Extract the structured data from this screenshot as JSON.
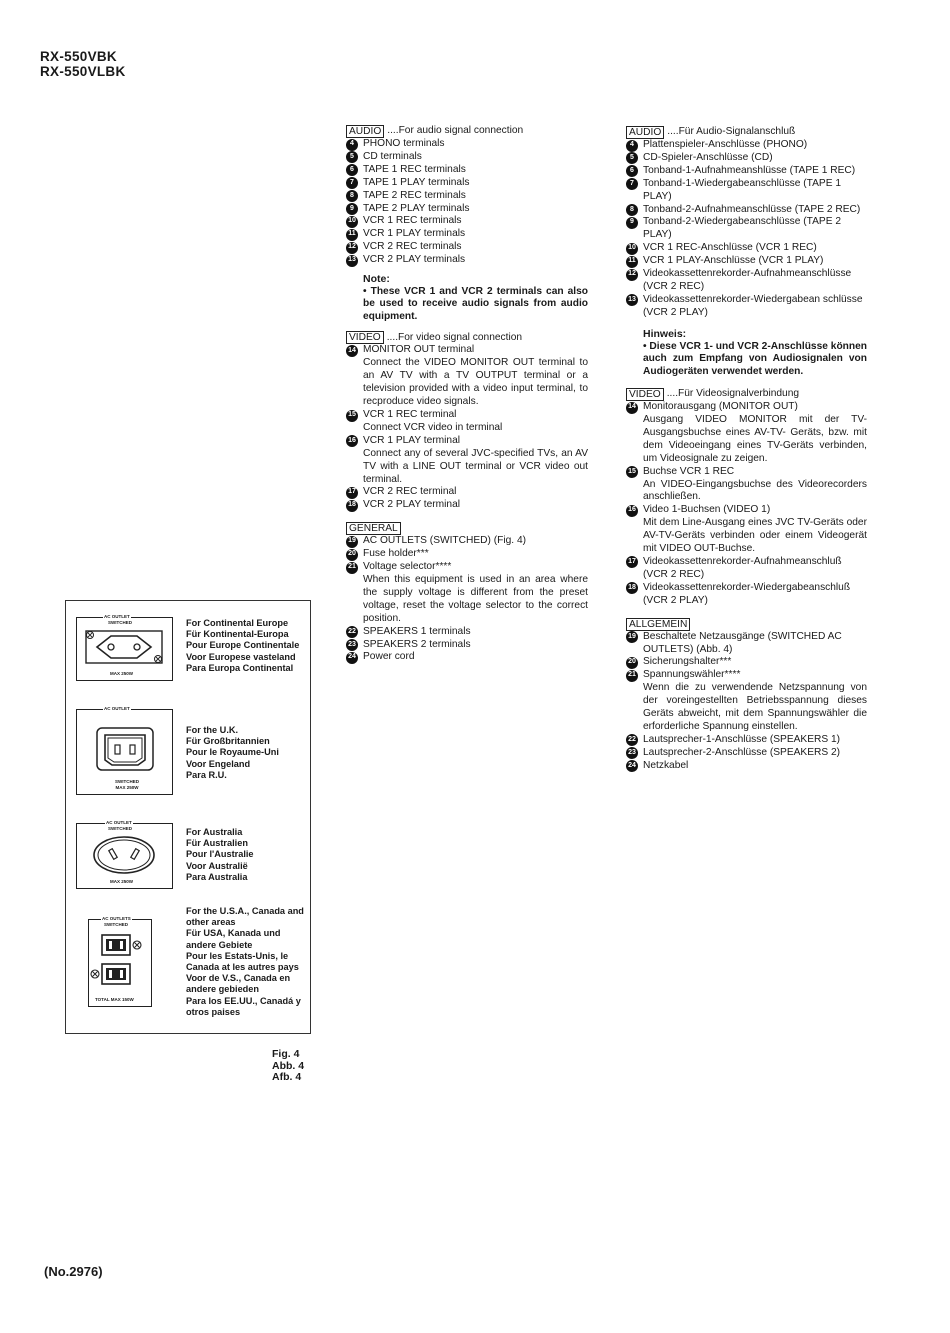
{
  "header": {
    "model_1": "RX-550VBK",
    "model_2": "RX-550VLBK"
  },
  "footer": {
    "doc_number": "(No.2976)"
  },
  "english": {
    "audio": {
      "label": "AUDIO",
      "desc": "....For audio signal connection",
      "items": [
        {
          "n": "4",
          "t": "PHONO terminals"
        },
        {
          "n": "5",
          "t": "CD terminals"
        },
        {
          "n": "6",
          "t": "TAPE 1 REC terminals"
        },
        {
          "n": "7",
          "t": "TAPE 1 PLAY terminals"
        },
        {
          "n": "8",
          "t": "TAPE 2 REC terminals"
        },
        {
          "n": "9",
          "t": "TAPE 2 PLAY terminals"
        },
        {
          "n": "10",
          "t": "VCR 1 REC terminals"
        },
        {
          "n": "11",
          "t": "VCR 1 PLAY terminals"
        },
        {
          "n": "12",
          "t": "VCR 2 REC terminals"
        },
        {
          "n": "13",
          "t": "VCR 2 PLAY terminals"
        }
      ],
      "note_title": "Note:",
      "note_text": "• These VCR 1 and VCR 2 terminals can also be used to receive audio signals from audio equipment."
    },
    "video": {
      "label": "VIDEO",
      "desc": "....For video signal connection",
      "items": [
        {
          "n": "14",
          "t": "MONITOR OUT terminal",
          "d": "Connect the VIDEO MONITOR OUT terminal to an AV TV with a TV OUTPUT terminal or a television provided with a video input terminal, to recproduce video signals."
        },
        {
          "n": "15",
          "t": "VCR 1 REC terminal",
          "d": "Connect VCR video in terminal"
        },
        {
          "n": "16",
          "t": "VCR 1 PLAY terminal",
          "d": "Connect any of several JVC-specified TVs, an AV TV with a LINE OUT terminal or VCR video out terminal."
        },
        {
          "n": "17",
          "t": "VCR 2 REC terminal",
          "d": ""
        },
        {
          "n": "18",
          "t": "VCR 2 PLAY terminal",
          "d": ""
        }
      ]
    },
    "general": {
      "label": "GENERAL",
      "items": [
        {
          "n": "19",
          "t": "AC OUTLETS (SWITCHED) (Fig. 4)",
          "d": ""
        },
        {
          "n": "20",
          "t": "Fuse holder***",
          "d": ""
        },
        {
          "n": "21",
          "t": "Voltage selector****",
          "d": "When this equipment is used in an area where the supply voltage is different from the preset voltage, reset the voltage selector to the correct position."
        },
        {
          "n": "22",
          "t": "SPEAKERS 1 terminals",
          "d": ""
        },
        {
          "n": "23",
          "t": "SPEAKERS 2 terminals",
          "d": ""
        },
        {
          "n": "24",
          "t": "Power cord",
          "d": ""
        }
      ]
    }
  },
  "german": {
    "audio": {
      "label": "AUDIO",
      "desc": "....Für Audio-Signalanschluß",
      "items": [
        {
          "n": "4",
          "t": "Plattenspieler-Anschlüsse (PHONO)"
        },
        {
          "n": "5",
          "t": "CD-Spieler-Anschlüsse (CD)"
        },
        {
          "n": "6",
          "t": "Tonband-1-Aufnahmeanshlüsse (TAPE 1 REC)"
        },
        {
          "n": "7",
          "t": "Tonband-1-Wiedergabeanschlüsse (TAPE 1 PLAY)"
        },
        {
          "n": "8",
          "t": "Tonband-2-Aufnahmeanschlüsse (TAPE 2 REC)"
        },
        {
          "n": "9",
          "t": "Tonband-2-Wiedergabeanschlüsse (TAPE 2 PLAY)"
        },
        {
          "n": "10",
          "t": "VCR 1 REC-Anschlüsse (VCR 1 REC)"
        },
        {
          "n": "11",
          "t": "VCR 1 PLAY-Anschlüsse (VCR 1 PLAY)"
        },
        {
          "n": "12",
          "t": "Videokassettenrekorder-Aufnahmeanschlüsse (VCR 2 REC)"
        },
        {
          "n": "13",
          "t": "Videokassettenrekorder-Wiedergabean schlüsse (VCR 2 PLAY)"
        }
      ],
      "note_title": "Hinweis:",
      "note_text": "• Diese VCR 1- und VCR 2-Anschlüsse können auch zum Empfang von Audiosignalen von Audiogeräten verwendet werden."
    },
    "video": {
      "label": "VIDEO",
      "desc": "....Für Videosignalverbindung",
      "items": [
        {
          "n": "14",
          "t": "Monitorausgang (MONITOR OUT)",
          "d": "Ausgang VIDEO MONITOR mit der TV-Ausgangsbuchse eines AV-TV- Geräts, bzw. mit dem Videoeingang eines TV-Geräts verbinden, um Videosignale zu zeigen."
        },
        {
          "n": "15",
          "t": "Buchse VCR 1 REC",
          "d": "An VIDEO-Eingangsbuchse des Videorecorders anschließen."
        },
        {
          "n": "16",
          "t": "Video 1-Buchsen (VIDEO 1)",
          "d": "Mit dem Line-Ausgang eines JVC TV-Geräts oder AV-TV-Geräts verbinden oder einem Videogerät mit VIDEO OUT-Buchse."
        },
        {
          "n": "17",
          "t": "Videokassettenrekorder-Aufnahmeanschluß (VCR 2 REC)",
          "d": ""
        },
        {
          "n": "18",
          "t": "Videokassettenrekorder-Wiedergabeanschluß (VCR 2 PLAY)",
          "d": ""
        }
      ]
    },
    "general": {
      "label": "ALLGEMEIN",
      "items": [
        {
          "n": "19",
          "t": "Beschaltete Netzausgänge (SWITCHED AC OUTLETS) (Abb. 4)",
          "d": ""
        },
        {
          "n": "20",
          "t": "Sicherungshalter***",
          "d": ""
        },
        {
          "n": "21",
          "t": "Spannungswähler****",
          "d": "Wenn die zu verwendende Netzspannung von der voreingestellten Betriebsspannung dieses Geräts abweicht, mit dem Spannungswähler die erforderliche Spannung einstellen."
        },
        {
          "n": "22",
          "t": "Lautsprecher-1-Anschlüsse (SPEAKERS 1)",
          "d": ""
        },
        {
          "n": "23",
          "t": "Lautsprecher-2-Anschlüsse (SPEAKERS 2)",
          "d": ""
        },
        {
          "n": "24",
          "t": "Netzkabel",
          "d": ""
        }
      ]
    }
  },
  "figure": {
    "caption_lines": [
      "Fig. 4",
      "Abb. 4",
      "Afb. 4"
    ],
    "outlets": [
      {
        "label": "AC OUTLET",
        "sublabel": "SWITCHED",
        "footer": "MAX 250W",
        "caption": [
          "For Continental Europe",
          "Für Kontinental-Europa",
          "Pour Europe Continentale",
          "Voor Europese vasteland",
          "Para Europa Continental"
        ]
      },
      {
        "label": "AC OUTLET",
        "sublabel": "",
        "footer": "SWITCHED MAX 250W",
        "caption": [
          "For the U.K.",
          "Für Großbritannien",
          "Pour le Royaume-Uni",
          "Voor Engeland",
          "Para R.U."
        ]
      },
      {
        "label": "AC OUTLET",
        "sublabel": "SWITCHED",
        "footer": "MAX 250W",
        "caption": [
          "For Australia",
          "Für Australien",
          "Pour l'Australie",
          "Voor Australië",
          "Para Australia"
        ]
      },
      {
        "label": "AC OUTLETS",
        "sublabel": "SWITCHED",
        "footer": "TOTAL MAX 150W",
        "caption": [
          "For the U.S.A., Canada and other areas",
          "Für USA, Kanada und andere Gebiete",
          "Pour les Estats-Unis, le Canada at les autres pays",
          "Voor de V.S., Canada en andere gebieden",
          "Para los EE.UU., Canadá y otros paises"
        ]
      }
    ]
  }
}
